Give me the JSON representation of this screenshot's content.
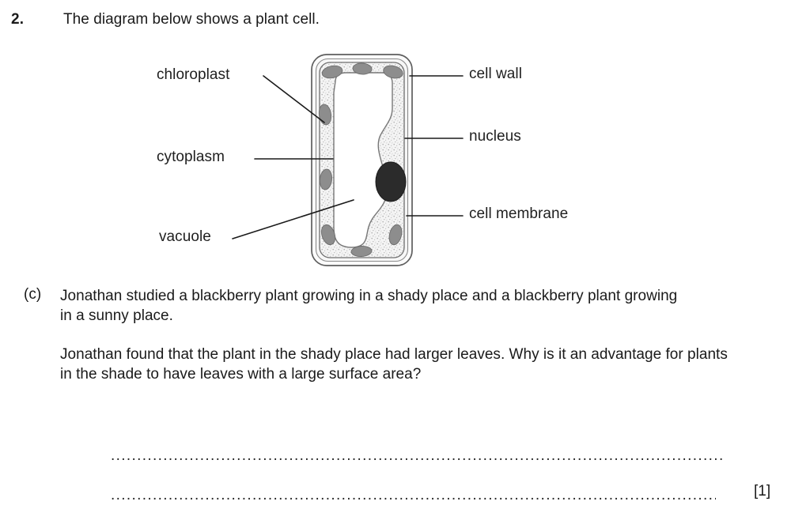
{
  "page": {
    "background_color": "#ffffff",
    "text_color": "#1a1a1a"
  },
  "question": {
    "number": "2.",
    "stem": "The diagram below shows a plant cell."
  },
  "diagram": {
    "title": "plant cell",
    "labels": {
      "chloroplast": "chloroplast",
      "cytoplasm": "cytoplasm",
      "vacuole": "vacuole",
      "cell_wall": "cell wall",
      "nucleus": "nucleus",
      "cell_membrane": "cell membrane"
    },
    "colors": {
      "cell_wall_line": "#5a5a5a",
      "cytoplasm_fill": "#f2f2f2",
      "cytoplasm_speckle": "#9a9a9a",
      "vacuole_fill": "#ffffff",
      "chloroplast_fill": "#8d8d8d",
      "nucleus_fill": "#2b2b2b",
      "leader_line": "#1a1a1a"
    }
  },
  "part_c": {
    "letter": "(c)",
    "paragraph_context": "Jonathan studied a blackberry plant growing in a shady place and a blackberry plant growing in a sunny place.",
    "paragraph_question": "Jonathan found that the plant in the shady place had larger leaves. Why is it an advantage for plants in the shade to have leaves with a large surface area?"
  },
  "answer": {
    "line_1": "...................................................................................................................................",
    "line_2": "...................................................................................................................................",
    "marks": "[1]"
  }
}
